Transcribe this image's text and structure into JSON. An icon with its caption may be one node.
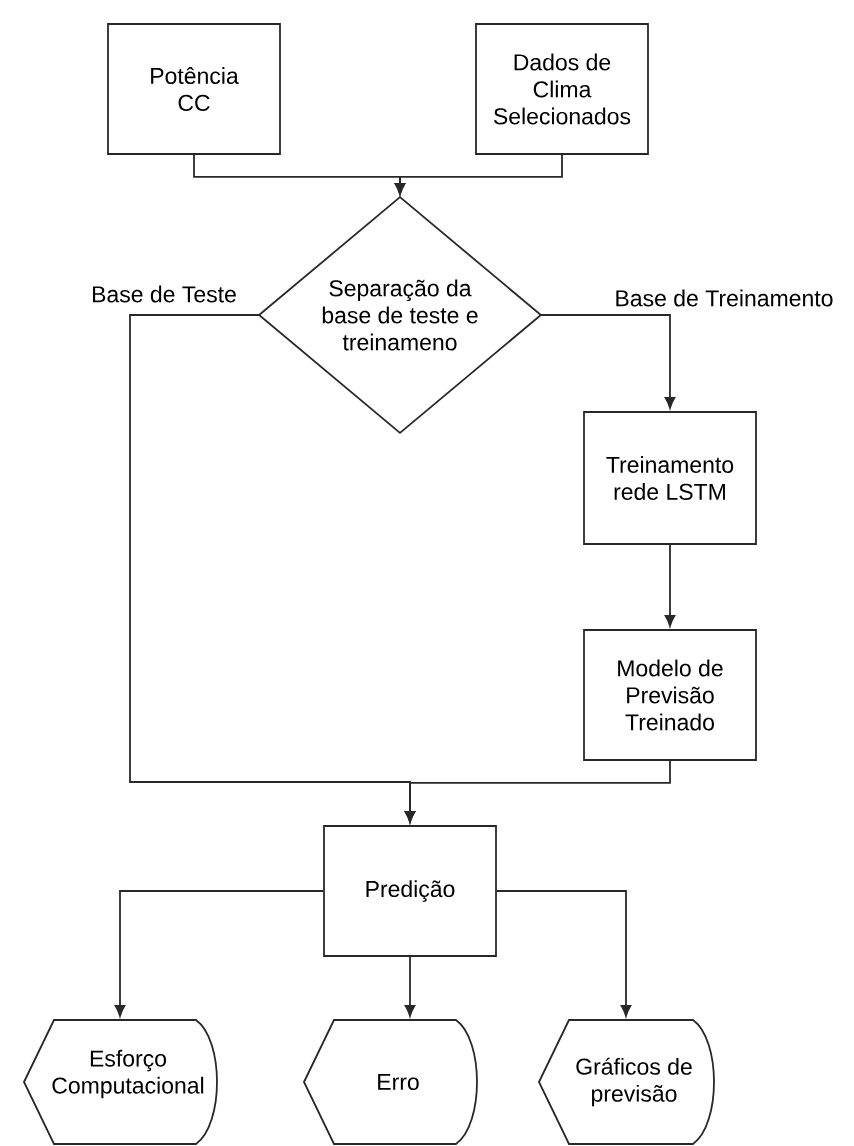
{
  "diagram": {
    "nodes": [
      {
        "text": [
          "Potência CC"
        ]
      },
      {
        "text": [
          "Dados de Clima Selecionados"
        ]
      },
      {
        "text": [
          "Separação da base de teste e treinameno"
        ]
      },
      {
        "text": [
          "Treinamento rede LSTM"
        ]
      },
      {
        "text": [
          "Modelo de Previsão Treinado"
        ]
      },
      {
        "text": [
          "Predição"
        ]
      },
      {
        "text": [
          "Esforço Computacional"
        ]
      },
      {
        "text": [
          "Erro"
        ]
      },
      {
        "text": [
          "Gráficos de previsão"
        ]
      }
    ],
    "edges": [
      {
        "from": 0,
        "to": 2,
        "arrow": "to"
      },
      {
        "from": 1,
        "to": 2,
        "arrow": "to"
      },
      {
        "from": 2,
        "to": 5,
        "arrow": "to",
        "label": "Base de Teste"
      },
      {
        "from": 2,
        "to": 3,
        "arrow": "to",
        "label": "Base de Treinamento"
      },
      {
        "from": 3,
        "to": 4,
        "arrow": "to"
      },
      {
        "from": 4,
        "to": 5,
        "arrow": "to"
      },
      {
        "from": 5,
        "to": 6,
        "arrow": "to"
      },
      {
        "from": 5,
        "to": 7,
        "arrow": "to"
      },
      {
        "from": 5,
        "to": 8,
        "arrow": "to"
      }
    ]
  }
}
